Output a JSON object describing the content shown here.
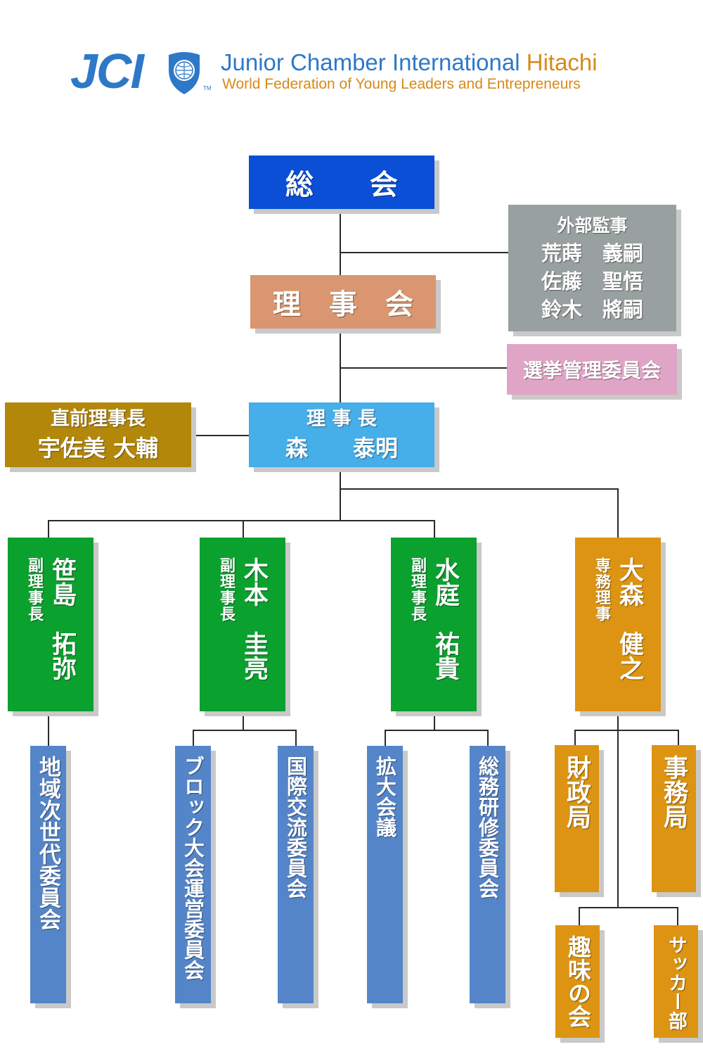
{
  "header": {
    "logo_text": "JCI",
    "org_name": "Junior Chamber International",
    "org_city": "Hitachi",
    "org_tagline": "World Federation of Young Leaders and Entrepreneurs",
    "tm": "TM"
  },
  "colors": {
    "blue_dark": "#0a4fd6",
    "salmon": "#d99670",
    "gray": "#99a0a0",
    "pink": "#e0a5c6",
    "gold_dark": "#b3870a",
    "sky": "#46aee8",
    "green": "#0ba12f",
    "orange": "#dc9412",
    "steel": "#5585c9"
  },
  "nodes": {
    "general_assembly": "総　　会",
    "board": "理　事　会",
    "auditors": {
      "title": "外部監事",
      "members": [
        "荒蒔　義嗣",
        "佐藤　聖悟",
        "鈴木　將嗣"
      ]
    },
    "election": "選挙管理委員会",
    "past_president": {
      "title": "直前理事長",
      "name": "宇佐美 大輔"
    },
    "president": {
      "title": "理 事 長",
      "name": "森　　泰明"
    },
    "vp1": {
      "name": "笹島　拓弥",
      "role": "副理事長"
    },
    "vp2": {
      "name": "木本　圭亮",
      "role": "副理事長"
    },
    "vp3": {
      "name": "水庭　祐貴",
      "role": "副理事長"
    },
    "director": {
      "name": "大森　健之",
      "role": "専務理事"
    },
    "committees": {
      "c1": "地域次世代委員会",
      "c2": "ブロック大会運営委員会",
      "c3": "国際交流委員会",
      "c4": "拡大会議",
      "c5": "総務研修委員会",
      "d1": "財政局",
      "d2": "事務局",
      "d3": "趣味の会",
      "d4": "サッカー部"
    }
  }
}
